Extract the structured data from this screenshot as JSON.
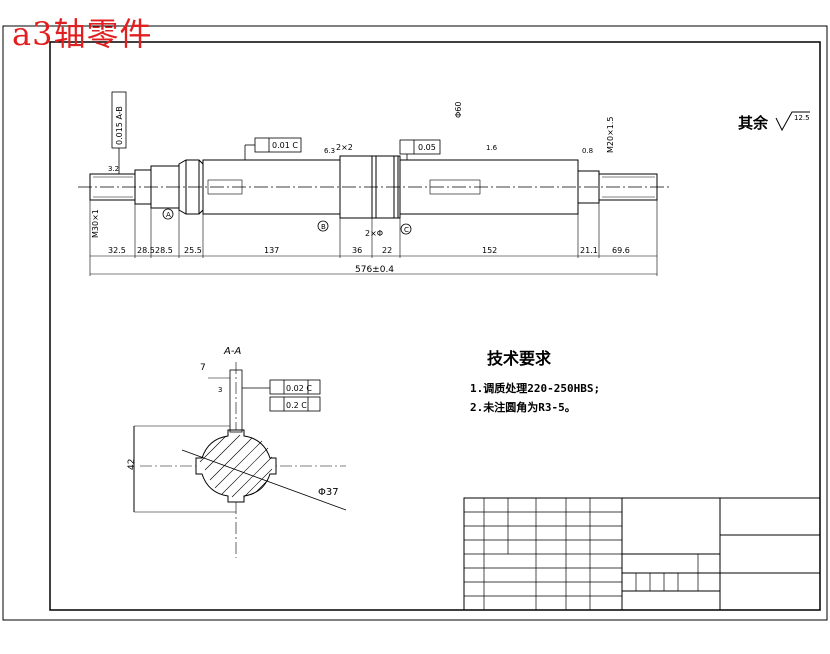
{
  "title": "a3轴零件",
  "roughness": {
    "label": "其余",
    "value": "12.5"
  },
  "section_label": "A-A",
  "tech_requirements": {
    "title": "技术要求",
    "items": [
      "1.调质处理220-250HBS;",
      "2.未注圆角为R3-5。"
    ]
  },
  "dimensions": {
    "total_length": "576±0.4",
    "seg_a": "32.5",
    "seg_b": "28.5",
    "seg_c": "28.5",
    "seg_d": "25.5",
    "seg_e": "137",
    "seg_f": "36",
    "seg_g": "22",
    "seg_h": "152",
    "seg_i": "21.1",
    "seg_j": "69.6",
    "top_diam": "Φ60",
    "chamfer_2x2": "2×2",
    "groove_2x9": "2×Φ",
    "thread_left": "M30×1",
    "thread_right": "M20×1.5",
    "tol_runout": "0.015 A-B",
    "tol_concentric": "0.01 C",
    "tol_parallel": "0.05",
    "tol_position": "0.02 C",
    "tol_symmetry": "0.2 C",
    "diameter_37": "Φ37",
    "dim_42": "42",
    "dim_7": "7",
    "dim_3": "3",
    "ra_6_3": "6.3",
    "ra_3_2": "3.2",
    "ra_1_6": "1.6",
    "ra_0_8": "0.8"
  },
  "datum_labels": [
    "A",
    "B",
    "C"
  ]
}
